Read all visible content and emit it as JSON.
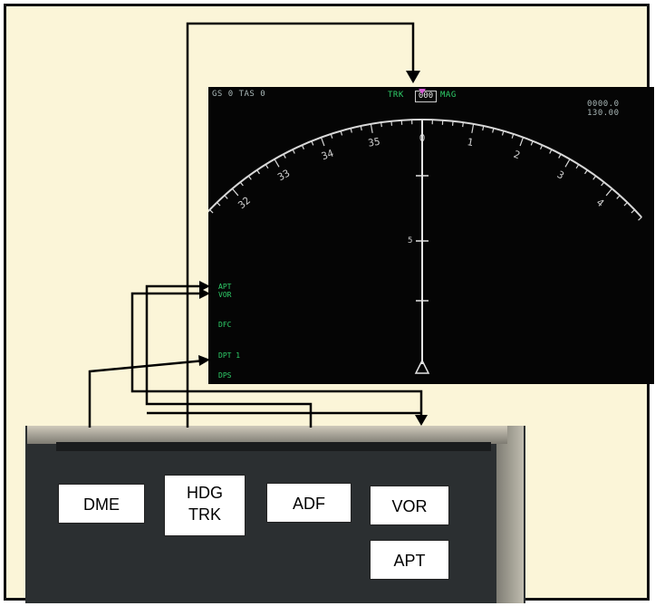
{
  "display": {
    "top_left": "GS 0   TAS 0",
    "top_trk": "TRK",
    "top_trk_value": "000",
    "top_mag": "MAG",
    "top_right_line1": "0000.0",
    "top_right_line2": "130.00",
    "compass_labels": [
      "32",
      "33",
      "34",
      "35",
      "0",
      "1",
      "2",
      "3",
      "4"
    ],
    "range_label": "5",
    "left_labels": [
      "APT",
      "VOR",
      "DFC",
      "DPT 1",
      "DPS"
    ]
  },
  "panel": {
    "buttons": [
      {
        "id": "dme",
        "label": "DME"
      },
      {
        "id": "hdg-trk",
        "label_line1": "HDG",
        "label_line2": "TRK"
      },
      {
        "id": "adf",
        "label": "ADF"
      },
      {
        "id": "vor",
        "label": "VOR"
      },
      {
        "id": "apt",
        "label": "APT"
      }
    ]
  },
  "colors": {
    "background": "#fbf5d8",
    "display": "#050505",
    "arrows": "#000000",
    "mode_text": "#2fd06a"
  }
}
